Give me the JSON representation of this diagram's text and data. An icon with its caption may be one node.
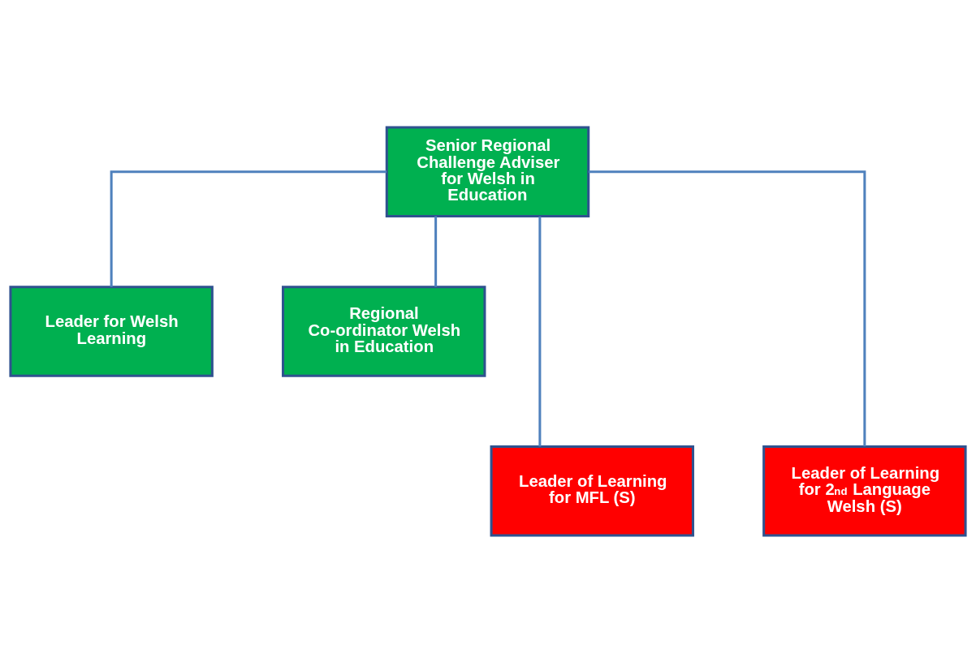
{
  "diagram": {
    "nodes": [
      {
        "text": [
          "Senior Regional Challenge Adviser for Welsh in Education"
        ]
      },
      {
        "text": [
          "Leader for Welsh Learning"
        ]
      },
      {
        "text": [
          "Regional Co-ordinator Welsh in Education"
        ]
      },
      {
        "text": [
          "Leader of Learning for MFL (S)"
        ]
      },
      {
        "text": [
          "Leader of Learning for 2$^{nd}$ Language Welsh (S)"
        ]
      }
    ],
    "edges": [
      {
        "from": 0,
        "to": 1,
        "arrow": "none"
      },
      {
        "from": 0,
        "to": 2,
        "arrow": "none"
      },
      {
        "from": 0,
        "to": 3,
        "arrow": "none"
      },
      {
        "from": 0,
        "to": 4,
        "arrow": "none"
      }
    ]
  }
}
